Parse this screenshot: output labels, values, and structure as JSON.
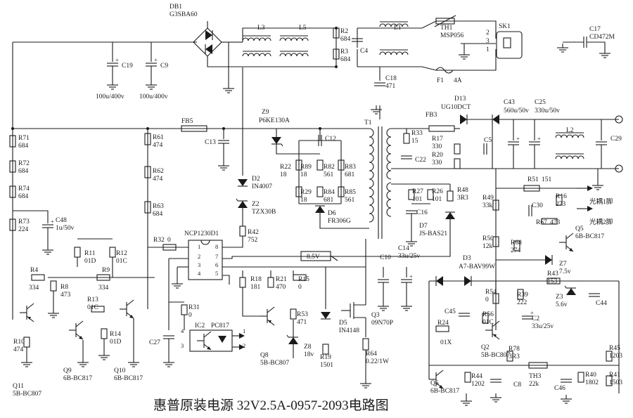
{
  "title": "惠普原装电源 32V2.5A-0957-2093电路图",
  "voltage_marker": "8.5V",
  "ic_labels": {
    "ic1": "NCP1230D1",
    "ic2": "IC2",
    "ic2_part": "PC817"
  },
  "ic1_pins": [
    "1",
    "2",
    "3",
    "4",
    "5",
    "6",
    "7",
    "8"
  ],
  "ic2_pins": [
    "1",
    "2",
    "3",
    "4"
  ],
  "opto_labels": {
    "opto1": "光耦1脚",
    "opto2": "光耦2脚"
  },
  "components": [
    {
      "id": "db1",
      "ref": "DB1",
      "val": "G3SBA60"
    },
    {
      "id": "l3",
      "ref": "L3"
    },
    {
      "id": "l5",
      "ref": "L5"
    },
    {
      "id": "r2",
      "ref": "R2",
      "val": "684"
    },
    {
      "id": "r3",
      "ref": "R3",
      "val": "684"
    },
    {
      "id": "c4",
      "ref": "C4"
    },
    {
      "id": "l1",
      "ref": "L1"
    },
    {
      "id": "th1",
      "ref": "TH1",
      "val": "MSP056"
    },
    {
      "id": "sk1",
      "ref": "SK1"
    },
    {
      "id": "c17",
      "ref": "C17",
      "val": "CD472M"
    },
    {
      "id": "c19",
      "ref": "C19",
      "val": "100u/400v"
    },
    {
      "id": "c9",
      "ref": "C9",
      "val": "100u/400v"
    },
    {
      "id": "f1",
      "ref": "F1",
      "val": "4A"
    },
    {
      "id": "c18",
      "ref": "C18",
      "val": "471"
    },
    {
      "id": "fb5",
      "ref": "FB5"
    },
    {
      "id": "c13",
      "ref": "C13"
    },
    {
      "id": "z9",
      "ref": "Z9",
      "val": "P6KE130A"
    },
    {
      "id": "c12",
      "ref": "C12"
    },
    {
      "id": "r22",
      "ref": "R22",
      "val": "18"
    },
    {
      "id": "r89",
      "ref": "R89",
      "val": "18"
    },
    {
      "id": "r82",
      "ref": "R82",
      "val": "561"
    },
    {
      "id": "r83",
      "ref": "R83",
      "val": "681"
    },
    {
      "id": "r29",
      "ref": "R29",
      "val": "18"
    },
    {
      "id": "r84",
      "ref": "R84",
      "val": "681"
    },
    {
      "id": "r85",
      "ref": "R85",
      "val": "561"
    },
    {
      "id": "d2",
      "ref": "D2",
      "val": "IN4007"
    },
    {
      "id": "z2",
      "ref": "Z2",
      "val": "TZX30B"
    },
    {
      "id": "d6",
      "ref": "D6",
      "val": "FR306G"
    },
    {
      "id": "r42",
      "ref": "R42",
      "val": "752"
    },
    {
      "id": "t1",
      "ref": "T1"
    },
    {
      "id": "r71",
      "ref": "R71",
      "val": "684"
    },
    {
      "id": "r72",
      "ref": "R72",
      "val": "684"
    },
    {
      "id": "r74",
      "ref": "R74",
      "val": "684"
    },
    {
      "id": "r73",
      "ref": "R73",
      "val": "224"
    },
    {
      "id": "c48",
      "ref": "C48",
      "val": "1u/50v"
    },
    {
      "id": "r61",
      "ref": "R61",
      "val": "474"
    },
    {
      "id": "r62",
      "ref": "R62",
      "val": "474"
    },
    {
      "id": "r63",
      "ref": "R63",
      "val": "684"
    },
    {
      "id": "r32",
      "ref": "R32",
      "val": "0"
    },
    {
      "id": "r11",
      "ref": "R11",
      "val": "01D"
    },
    {
      "id": "r12",
      "ref": "R12",
      "val": "01C"
    },
    {
      "id": "r4",
      "ref": "R4",
      "val": "334"
    },
    {
      "id": "r9",
      "ref": "R9",
      "val": "334"
    },
    {
      "id": "r8",
      "ref": "R8",
      "val": "473"
    },
    {
      "id": "r13",
      "ref": "R13",
      "val": "01C"
    },
    {
      "id": "r14",
      "ref": "R14",
      "val": "01D"
    },
    {
      "id": "r10",
      "ref": "R10",
      "val": "474"
    },
    {
      "id": "q11",
      "ref": "Q11",
      "val": "5B-BC807"
    },
    {
      "id": "q9",
      "ref": "Q9",
      "val": "6B-BC817"
    },
    {
      "id": "q10",
      "ref": "Q10",
      "val": "6B-BC817"
    },
    {
      "id": "r31",
      "ref": "R31",
      "val": "0"
    },
    {
      "id": "c27",
      "ref": "C27"
    },
    {
      "id": "r18",
      "ref": "R18",
      "val": "181"
    },
    {
      "id": "r21",
      "ref": "R21",
      "val": "470"
    },
    {
      "id": "r15",
      "ref": "R15",
      "val": "0"
    },
    {
      "id": "r53",
      "ref": "R53",
      "val": "471"
    },
    {
      "id": "z8",
      "ref": "Z8",
      "val": "18v"
    },
    {
      "id": "q8",
      "ref": "Q8",
      "val": "5B-BC807"
    },
    {
      "id": "d5",
      "ref": "D5",
      "val": "IN4148"
    },
    {
      "id": "r19",
      "ref": "R19",
      "val": "1501"
    },
    {
      "id": "q3",
      "ref": "Q3",
      "val": "09N70P"
    },
    {
      "id": "r64",
      "ref": "R64",
      "val": "0.22/1W"
    },
    {
      "id": "c10",
      "ref": "C10"
    },
    {
      "id": "c14",
      "ref": "C14",
      "val": "33u/25v"
    },
    {
      "id": "r27",
      "ref": "R27",
      "val": "101"
    },
    {
      "id": "r26",
      "ref": "R26",
      "val": "101"
    },
    {
      "id": "c16",
      "ref": "C16"
    },
    {
      "id": "r48",
      "ref": "R48",
      "val": "3R3"
    },
    {
      "id": "d7",
      "ref": "D7",
      "val": "JS-BAS21"
    },
    {
      "id": "r33",
      "ref": "R33",
      "val": "15"
    },
    {
      "id": "c22",
      "ref": "C22"
    },
    {
      "id": "fb3",
      "ref": "FB3"
    },
    {
      "id": "d13",
      "ref": "D13",
      "val": "UG10DCT"
    },
    {
      "id": "r17",
      "ref": "R17",
      "val": "330"
    },
    {
      "id": "r20",
      "ref": "R20",
      "val": "330"
    },
    {
      "id": "c5",
      "ref": "C5"
    },
    {
      "id": "c43",
      "ref": "C43",
      "val": "560u/50v"
    },
    {
      "id": "c25",
      "ref": "C25",
      "val": "330u/50v"
    },
    {
      "id": "l2",
      "ref": "L2"
    },
    {
      "id": "c29",
      "ref": "C29"
    },
    {
      "id": "r51",
      "ref": "R51",
      "val": "151"
    },
    {
      "id": "r49",
      "ref": "R49",
      "val": "33k"
    },
    {
      "id": "r16",
      "ref": "R16",
      "val": "273"
    },
    {
      "id": "c30",
      "ref": "C30"
    },
    {
      "id": "r67",
      "ref": "R67",
      "val": "473"
    },
    {
      "id": "r50",
      "ref": "R50",
      "val": "12k"
    },
    {
      "id": "r68",
      "ref": "R68",
      "val": "274"
    },
    {
      "id": "q5",
      "ref": "Q5",
      "val": "6B-BC817"
    },
    {
      "id": "z7",
      "ref": "Z7",
      "val": "7.5v"
    },
    {
      "id": "d3",
      "ref": "D3",
      "val": "A7-BAV99W"
    },
    {
      "id": "r54",
      "ref": "R54",
      "val": "0"
    },
    {
      "id": "r39",
      "ref": "R39",
      "val": "222"
    },
    {
      "id": "r43",
      "ref": "R43",
      "val": "153"
    },
    {
      "id": "z3",
      "ref": "Z3",
      "val": "5.6v"
    },
    {
      "id": "c44",
      "ref": "C44"
    },
    {
      "id": "c45",
      "ref": "C45"
    },
    {
      "id": "r56",
      "ref": "R56",
      "val": "01C"
    },
    {
      "id": "c2",
      "ref": "C2",
      "val": "33u/25v"
    },
    {
      "id": "r24",
      "ref": "R24",
      "val": "01X"
    },
    {
      "id": "q2",
      "ref": "Q2",
      "val": "5B-BC807"
    },
    {
      "id": "r78",
      "ref": "R78",
      "val": "3R3"
    },
    {
      "id": "r45",
      "ref": "R45",
      "val": "1203"
    },
    {
      "id": "q6",
      "ref": "Q6",
      "val": "6B-BC817"
    },
    {
      "id": "r44",
      "ref": "R44",
      "val": "1202"
    },
    {
      "id": "c8",
      "ref": "C8"
    },
    {
      "id": "th3",
      "ref": "TH3",
      "val": "22k"
    },
    {
      "id": "c46",
      "ref": "C46"
    },
    {
      "id": "r40",
      "ref": "R40",
      "val": "1802"
    },
    {
      "id": "r41",
      "ref": "R41",
      "val": "1503"
    }
  ]
}
